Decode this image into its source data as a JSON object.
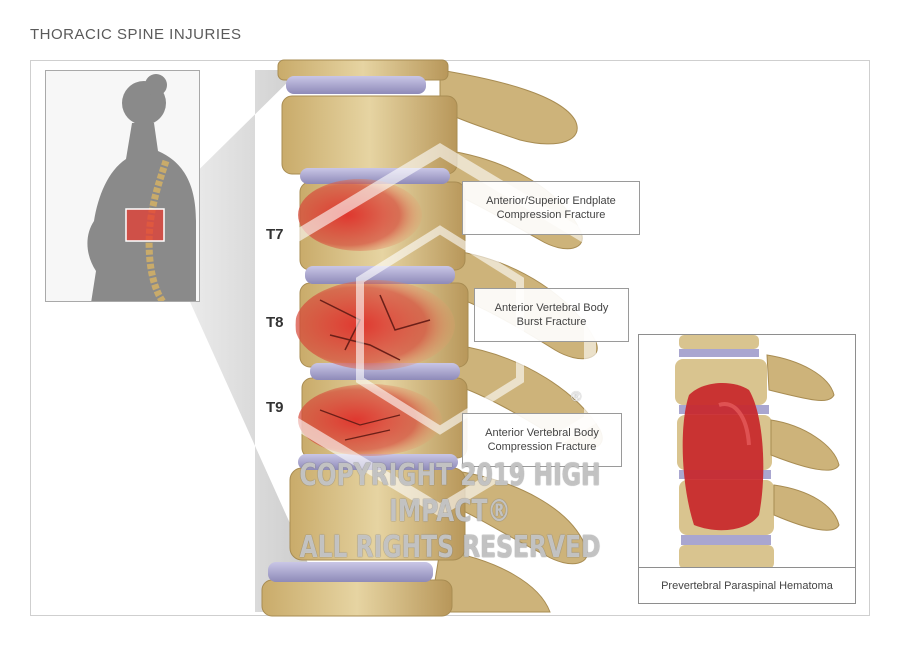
{
  "title": "THORACIC SPINE INJURIES",
  "vertebrae": {
    "t7": "T7",
    "t8": "T8",
    "t9": "T9"
  },
  "callouts": {
    "t7_line1": "Anterior/Superior Endplate",
    "t7_line2": "Compression Fracture",
    "t8_line1": "Anterior Vertebral Body",
    "t8_line2": "Burst Fracture",
    "t9_line1": "Anterior Vertebral Body",
    "t9_line2": "Compression Fracture"
  },
  "hematoma_caption": "Prevertebral Paraspinal Hematoma",
  "watermark": {
    "line1": "COPYRIGHT 2019 HIGH IMPACT®",
    "line2": "ALL RIGHTS RESERVED",
    "mark": "®"
  },
  "colors": {
    "bone": "#d9c48f",
    "disc": "#a9a6d0",
    "injury": "#d2302c",
    "silhouette": "#8a8a8a"
  }
}
